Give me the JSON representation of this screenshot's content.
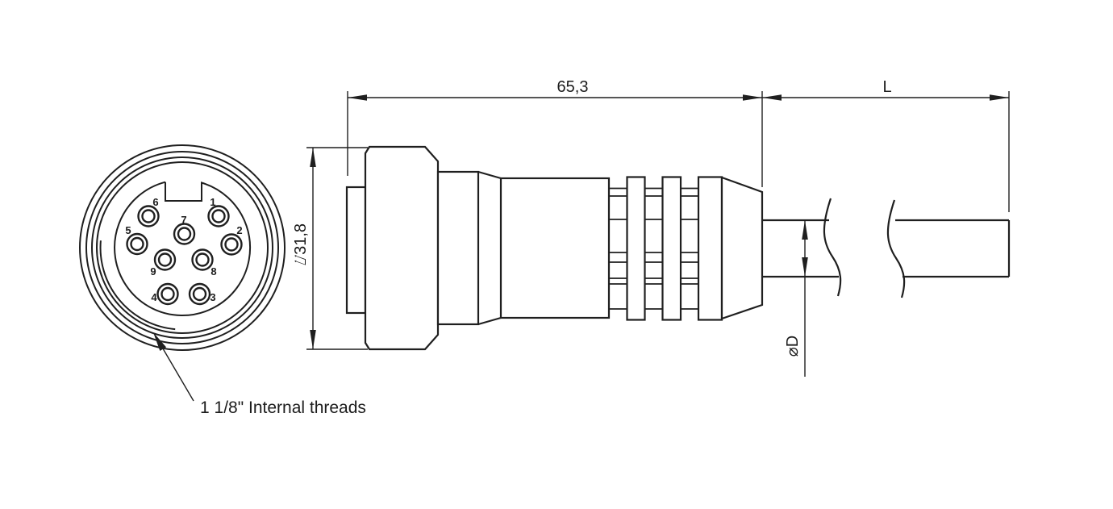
{
  "colors": {
    "line": "#1f1f1f",
    "background": "#ffffff"
  },
  "front_view": {
    "pins": [
      {
        "number": "6"
      },
      {
        "number": "1"
      },
      {
        "number": "7"
      },
      {
        "number": "5"
      },
      {
        "number": "2"
      },
      {
        "number": "9"
      },
      {
        "number": "8"
      },
      {
        "number": "4"
      },
      {
        "number": "3"
      }
    ],
    "note": "1 1/8\" Internal threads"
  },
  "dimensions": {
    "connector_length": "65,3",
    "cable_length": "L",
    "connector_diameter": "⌰31,8",
    "cable_diameter": "⌀D"
  }
}
